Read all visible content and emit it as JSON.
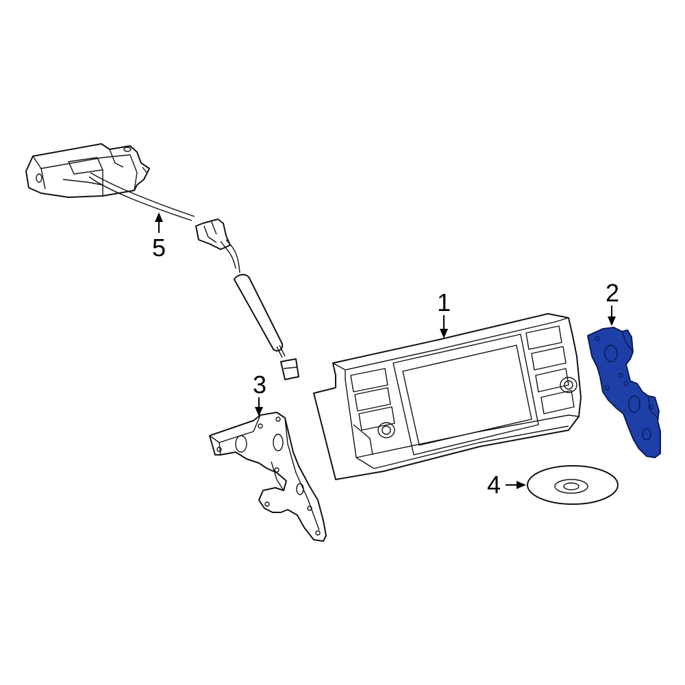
{
  "diagram": {
    "callouts": [
      {
        "id": "1",
        "label": "1"
      },
      {
        "id": "2",
        "label": "2"
      },
      {
        "id": "3",
        "label": "3"
      },
      {
        "id": "4",
        "label": "4"
      },
      {
        "id": "5",
        "label": "5"
      }
    ],
    "colors": {
      "highlight": "#1f3fa8",
      "line": "#111111",
      "background": "#ffffff"
    }
  }
}
